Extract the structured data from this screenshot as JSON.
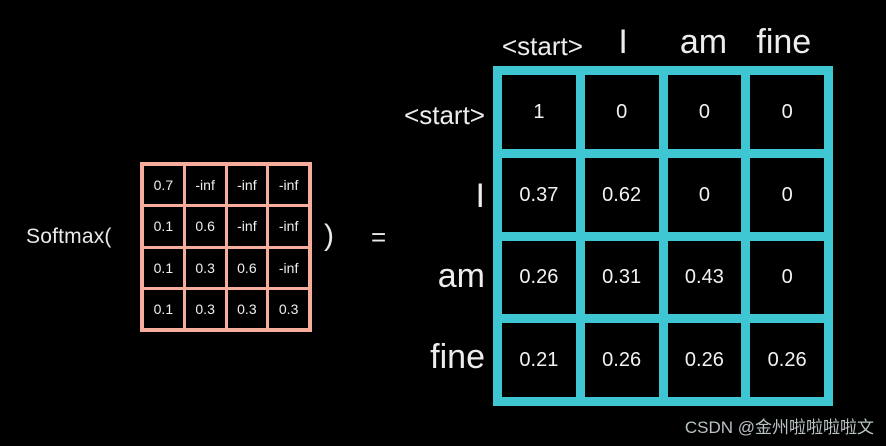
{
  "expression": {
    "softmax_label": "Softmax(",
    "close_paren": ")",
    "equals": "="
  },
  "watermark": {
    "text": "CSDN @金州啦啦啦啦文"
  },
  "colors": {
    "background": "#000000",
    "input_matrix_border": "#f7ad9b",
    "output_matrix_border": "#3ec7d2",
    "cell_background": "#000000",
    "text": "#ededed",
    "watermark_text": "#b9c3c4"
  },
  "tokens": [
    "<start>",
    "I",
    "am",
    "fine"
  ],
  "chart_data": {
    "type": "heatmap",
    "title": "",
    "xlabel": "",
    "ylabel": "",
    "matrices": [
      {
        "name": "masked-scores",
        "role": "softmax-input",
        "border_color": "#f7ad9b",
        "rows": 4,
        "cols": 4,
        "row_labels": [],
        "col_labels": [],
        "values": [
          [
            "0.7",
            "-inf",
            "-inf",
            "-inf"
          ],
          [
            "0.1",
            "0.6",
            "-inf",
            "-inf"
          ],
          [
            "0.1",
            "0.3",
            "0.6",
            "-inf"
          ],
          [
            "0.1",
            "0.3",
            "0.3",
            "0.3"
          ]
        ]
      },
      {
        "name": "attention-weights",
        "role": "softmax-output",
        "border_color": "#3ec7d2",
        "rows": 4,
        "cols": 4,
        "row_labels": [
          "<start>",
          "I",
          "am",
          "fine"
        ],
        "col_labels": [
          "<start>",
          "I",
          "am",
          "fine"
        ],
        "values": [
          [
            "1",
            "0",
            "0",
            "0"
          ],
          [
            "0.37",
            "0.62",
            "0",
            "0"
          ],
          [
            "0.26",
            "0.31",
            "0.43",
            "0"
          ],
          [
            "0.21",
            "0.26",
            "0.26",
            "0.26"
          ]
        ]
      }
    ]
  }
}
